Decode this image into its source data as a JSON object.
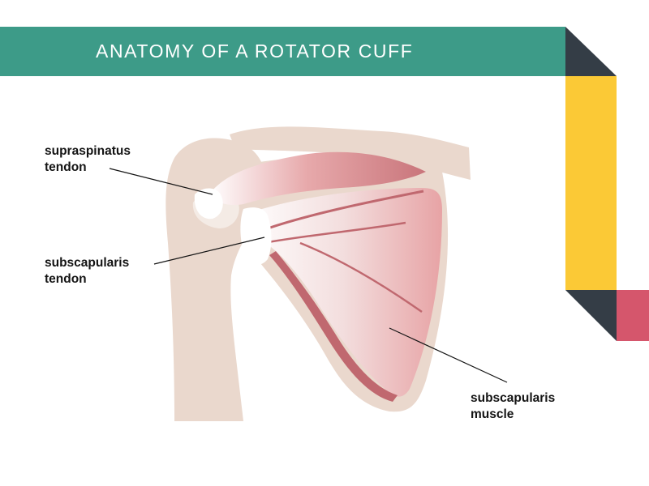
{
  "header": {
    "title": "ANATOMY OF A ROTATOR CUFF"
  },
  "labels": {
    "supraspinatus_tendon": {
      "line1": "supraspinatus",
      "line2": "tendon"
    },
    "subscapularis_tendon": {
      "line1": "subscapularis",
      "line2": "tendon"
    },
    "subscapularis_muscle": {
      "line1": "subscapularis",
      "line2": "muscle"
    }
  },
  "colors": {
    "banner": "#3d9b88",
    "bone": "#ead8cd",
    "bone_dark": "#decabd",
    "muscle": "#e7a3a5",
    "muscle_dark": "#c0686f",
    "ribbon_dark": "#343d46",
    "ribbon_yellow": "#fbc936",
    "ribbon_pink": "#d5566c"
  }
}
